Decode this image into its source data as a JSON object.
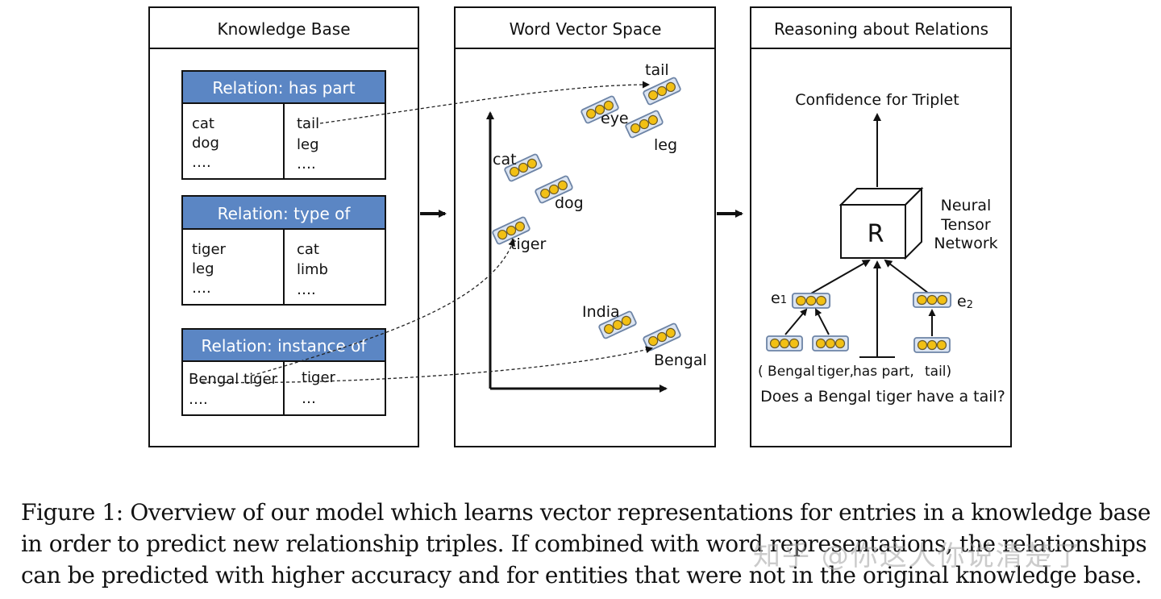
{
  "panels": {
    "knowledge_base": {
      "title": "Knowledge Base"
    },
    "word_vector_space": {
      "title": "Word Vector Space"
    },
    "reasoning": {
      "title": "Reasoning about Relations"
    }
  },
  "tables": [
    {
      "header": "Relation: has part",
      "left": [
        "cat",
        "dog",
        "…."
      ],
      "right": [
        "tail",
        "leg",
        "…."
      ]
    },
    {
      "header": "Relation: type of",
      "left": [
        "tiger",
        "leg",
        "…."
      ],
      "right": [
        "cat",
        "limb",
        "…."
      ]
    },
    {
      "header": "Relation: instance of",
      "left": [
        "Bengal tiger",
        "…."
      ],
      "right": [
        "tiger",
        "…"
      ]
    }
  ],
  "vector_words": {
    "tail": "tail",
    "eye": "eye",
    "leg": "leg",
    "cat": "cat",
    "dog": "dog",
    "tiger": "tiger",
    "india": "India",
    "bengal": "Bengal"
  },
  "reasoning": {
    "confidence_label": "Confidence for Triplet",
    "cube_label": "R",
    "network_label": [
      "Neural",
      "Tensor",
      "Network"
    ],
    "e1_label": "e",
    "e1_sub": "1",
    "e2_label": "e",
    "e2_sub": "2",
    "triplet_tokens": [
      "( Bengal",
      "tiger,",
      "has part,",
      "tail)"
    ],
    "question": "Does a Bengal tiger have a tail?"
  },
  "caption": {
    "lines": [
      "Figure 1: Overview of our model which learns vector representations for entries in a knowledge base",
      "in order to predict new relationship triples. If combined with word representations, the relationships",
      "can be predicted with higher accuracy and for entities that were not in the original knowledge base."
    ]
  },
  "watermark": "知乎 @你这人你说清楚了"
}
